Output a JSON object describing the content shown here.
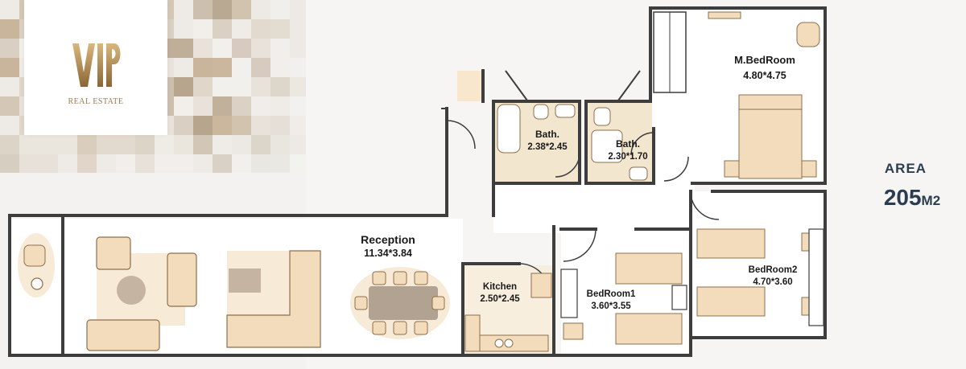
{
  "brand": {
    "logo_mark": "VIP",
    "logo_subtitle": "REAL ESTATE"
  },
  "area": {
    "label": "AREA",
    "value": "205",
    "unit": "M2"
  },
  "rooms": {
    "master_bedroom": {
      "name": "M.BedRoom",
      "dims": "4.80*4.75"
    },
    "bath1": {
      "name": "Bath.",
      "dims": "2.38*2.45"
    },
    "bath2": {
      "name": "Bath.",
      "dims": "2.30*1.70"
    },
    "reception": {
      "name": "Reception",
      "dims": "11.34*3.84"
    },
    "kitchen": {
      "name": "Kitchen",
      "dims": "2.50*2.45"
    },
    "bedroom1": {
      "name": "BedRoom1",
      "dims": "3.60*3.55"
    },
    "bedroom2": {
      "name": "BedRoom2",
      "dims": "4.70*3.60"
    }
  },
  "colors": {
    "wall": "#3d3d3d",
    "floor_tile": "#f3e6cf",
    "furniture": "#f2dcbc",
    "furniture_stroke": "#b08f68",
    "area_text": "#2b3d50",
    "logo_gold": "#b8925a"
  }
}
